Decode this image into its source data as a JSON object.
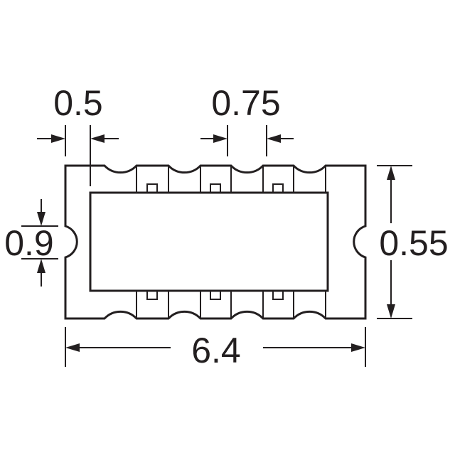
{
  "drawing": {
    "dimensions": {
      "pad_width": "0.5",
      "pitch": "0.75",
      "end_notch": "0.9",
      "height": "0.55",
      "length": "6.4"
    }
  }
}
